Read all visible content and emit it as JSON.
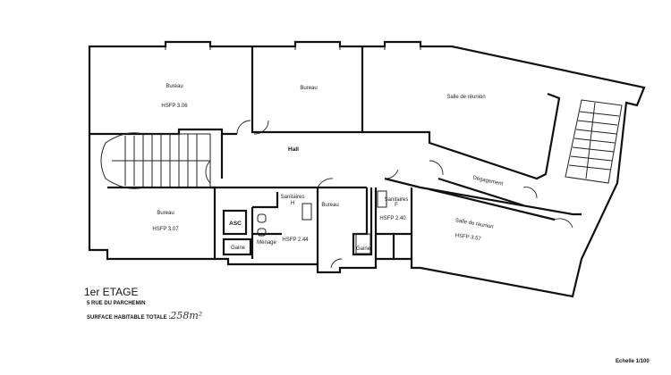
{
  "plan": {
    "rooms": {
      "bureau_top_left": {
        "name": "Bureau",
        "area": "HSFP 3.06"
      },
      "bureau_top_mid": {
        "name": "Bureau"
      },
      "salle_top": {
        "name": "Salle de réunion"
      },
      "hall": {
        "name": "Hall"
      },
      "bureau_bottom_left": {
        "name": "Bureau",
        "area": "HSFP 3.07"
      },
      "asc": {
        "name": "ASC"
      },
      "gaine_left": {
        "name": "Gaine"
      },
      "menage": {
        "name": "Ménage"
      },
      "sanitaires_h": {
        "name": "Sanitaires",
        "sub": "H",
        "area": "HSFP 2.44"
      },
      "bureau_center": {
        "name": "Bureau"
      },
      "gaine_center": {
        "name": "Gaine"
      },
      "sanitaires_f": {
        "name": "Sanitaires",
        "sub": "F",
        "area": "HSFP 2.40"
      },
      "degagement": {
        "name": "Dégagement"
      },
      "salle_bottom": {
        "name": "Salle de réunion",
        "area": "HSFP 3.57"
      }
    }
  },
  "caption": {
    "floor": "1er ETAGE",
    "address": "5 RUE DU PARCHEMIN",
    "surface_label": "SURFACE HABITABLE TOTALE :",
    "surface_value": "258m²",
    "scale": "Echelle 1/100"
  }
}
